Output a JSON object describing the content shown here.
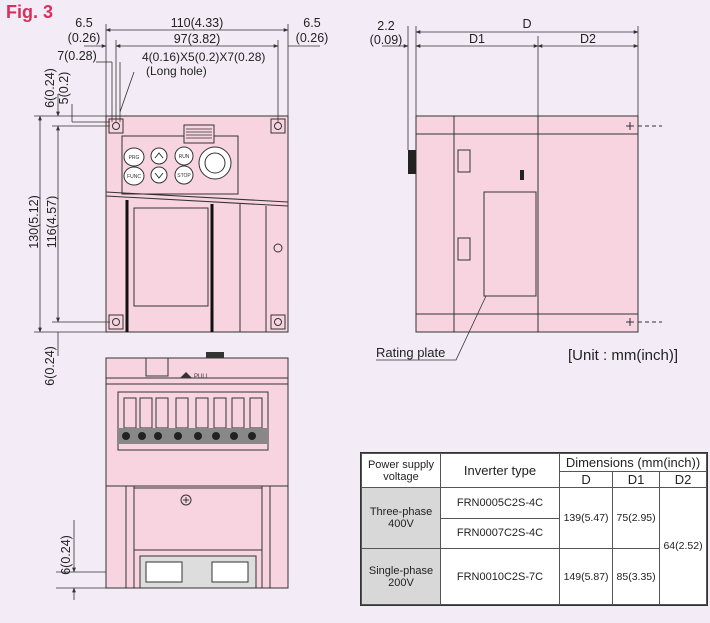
{
  "figure": {
    "title": "Fig. 3"
  },
  "front_view": {
    "dims": {
      "overall_width": "110(4.33)",
      "hole_pitch": "97(3.82)",
      "left_margin_mm": "6.5",
      "left_margin_in": "(0.26)",
      "right_margin_mm": "6.5",
      "right_margin_in": "(0.26)",
      "slot_offset": "7(0.28)",
      "long_hole_dims": "4(0.16)X5(0.2)X7(0.28)",
      "long_hole_label": "(Long hole)",
      "top_offset_a": "6(0.24)",
      "top_offset_b": "5(0.2)",
      "overall_height": "130(5.12)",
      "hole_height": "116(4.57)",
      "bottom_offset": "6(0.24)"
    },
    "keypad": {
      "prg": "PRG",
      "func": "FUNC",
      "run": "RUN",
      "stop": "STOP"
    }
  },
  "bottom_view": {
    "dims": {
      "offset": "6(0.24)"
    },
    "pull_label": "PULL"
  },
  "side_view": {
    "dims": {
      "offset_mm": "2.2",
      "offset_in": "(0.09)",
      "depth": "D",
      "depth1": "D1",
      "depth2": "D2"
    },
    "rating_plate_label": "Rating plate"
  },
  "unit_note": "[Unit : mm(inch)]",
  "table": {
    "headers": {
      "power_supply": "Power supply voltage",
      "inverter_type": "Inverter type",
      "dimensions": "Dimensions (mm(inch))",
      "d": "D",
      "d1": "D1",
      "d2": "D2"
    },
    "groups": [
      {
        "voltage": "Three-phase 400V",
        "types": [
          "FRN0005C2S-4C",
          "FRN0007C2S-4C"
        ],
        "d": "139(5.47)",
        "d1": "75(2.95)"
      },
      {
        "voltage": "Single-phase 200V",
        "types": [
          "FRN0010C2S-7C"
        ],
        "d": "149(5.87)",
        "d1": "85(3.35)"
      }
    ],
    "d2": "64(2.52)"
  },
  "colors": {
    "title": "#d8305c",
    "body": "#f7d4e0",
    "line": "#333333",
    "background": "#f3ecf6"
  }
}
